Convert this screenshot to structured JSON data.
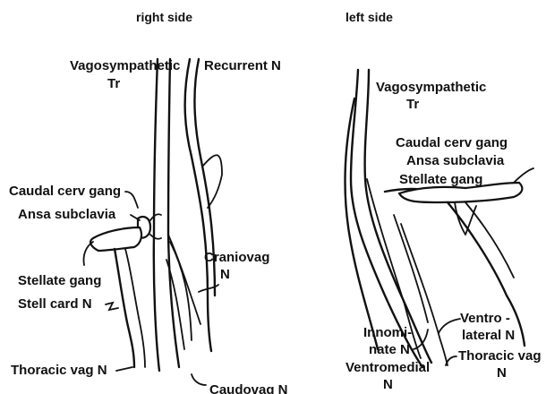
{
  "titles": {
    "right": "right side",
    "left": "left side"
  },
  "right_labels": {
    "vago_line1": "Vagosympathetic",
    "vago_line2": "Tr",
    "recurrent": "Recurrent N",
    "caudal_cerv": "Caudal cerv gang",
    "ansa": "Ansa subclavia",
    "craniovag_line1": "Craniovag",
    "craniovag_line2": "N",
    "stellate": "Stellate gang",
    "stell_card": "Stell card N",
    "thoracic_vag": "Thoracic vag N",
    "caudovag": "Caudovag N"
  },
  "left_labels": {
    "vago_line1": "Vagosympathetic",
    "vago_line2": "Tr",
    "caudal_cerv": "Caudal cerv gang",
    "ansa": "Ansa subclavia",
    "stellate": "Stellate gang",
    "innominate_line1": "Innomi-",
    "innominate_line2": "nate N",
    "ventrolateral_line1": "Ventro -",
    "ventrolateral_line2": "lateral N",
    "thoracic_vag_line1": "Thoracic vag",
    "thoracic_vag_line2": "N",
    "ventromedial_line1": "Ventromedial",
    "ventromedial_line2": "N"
  }
}
